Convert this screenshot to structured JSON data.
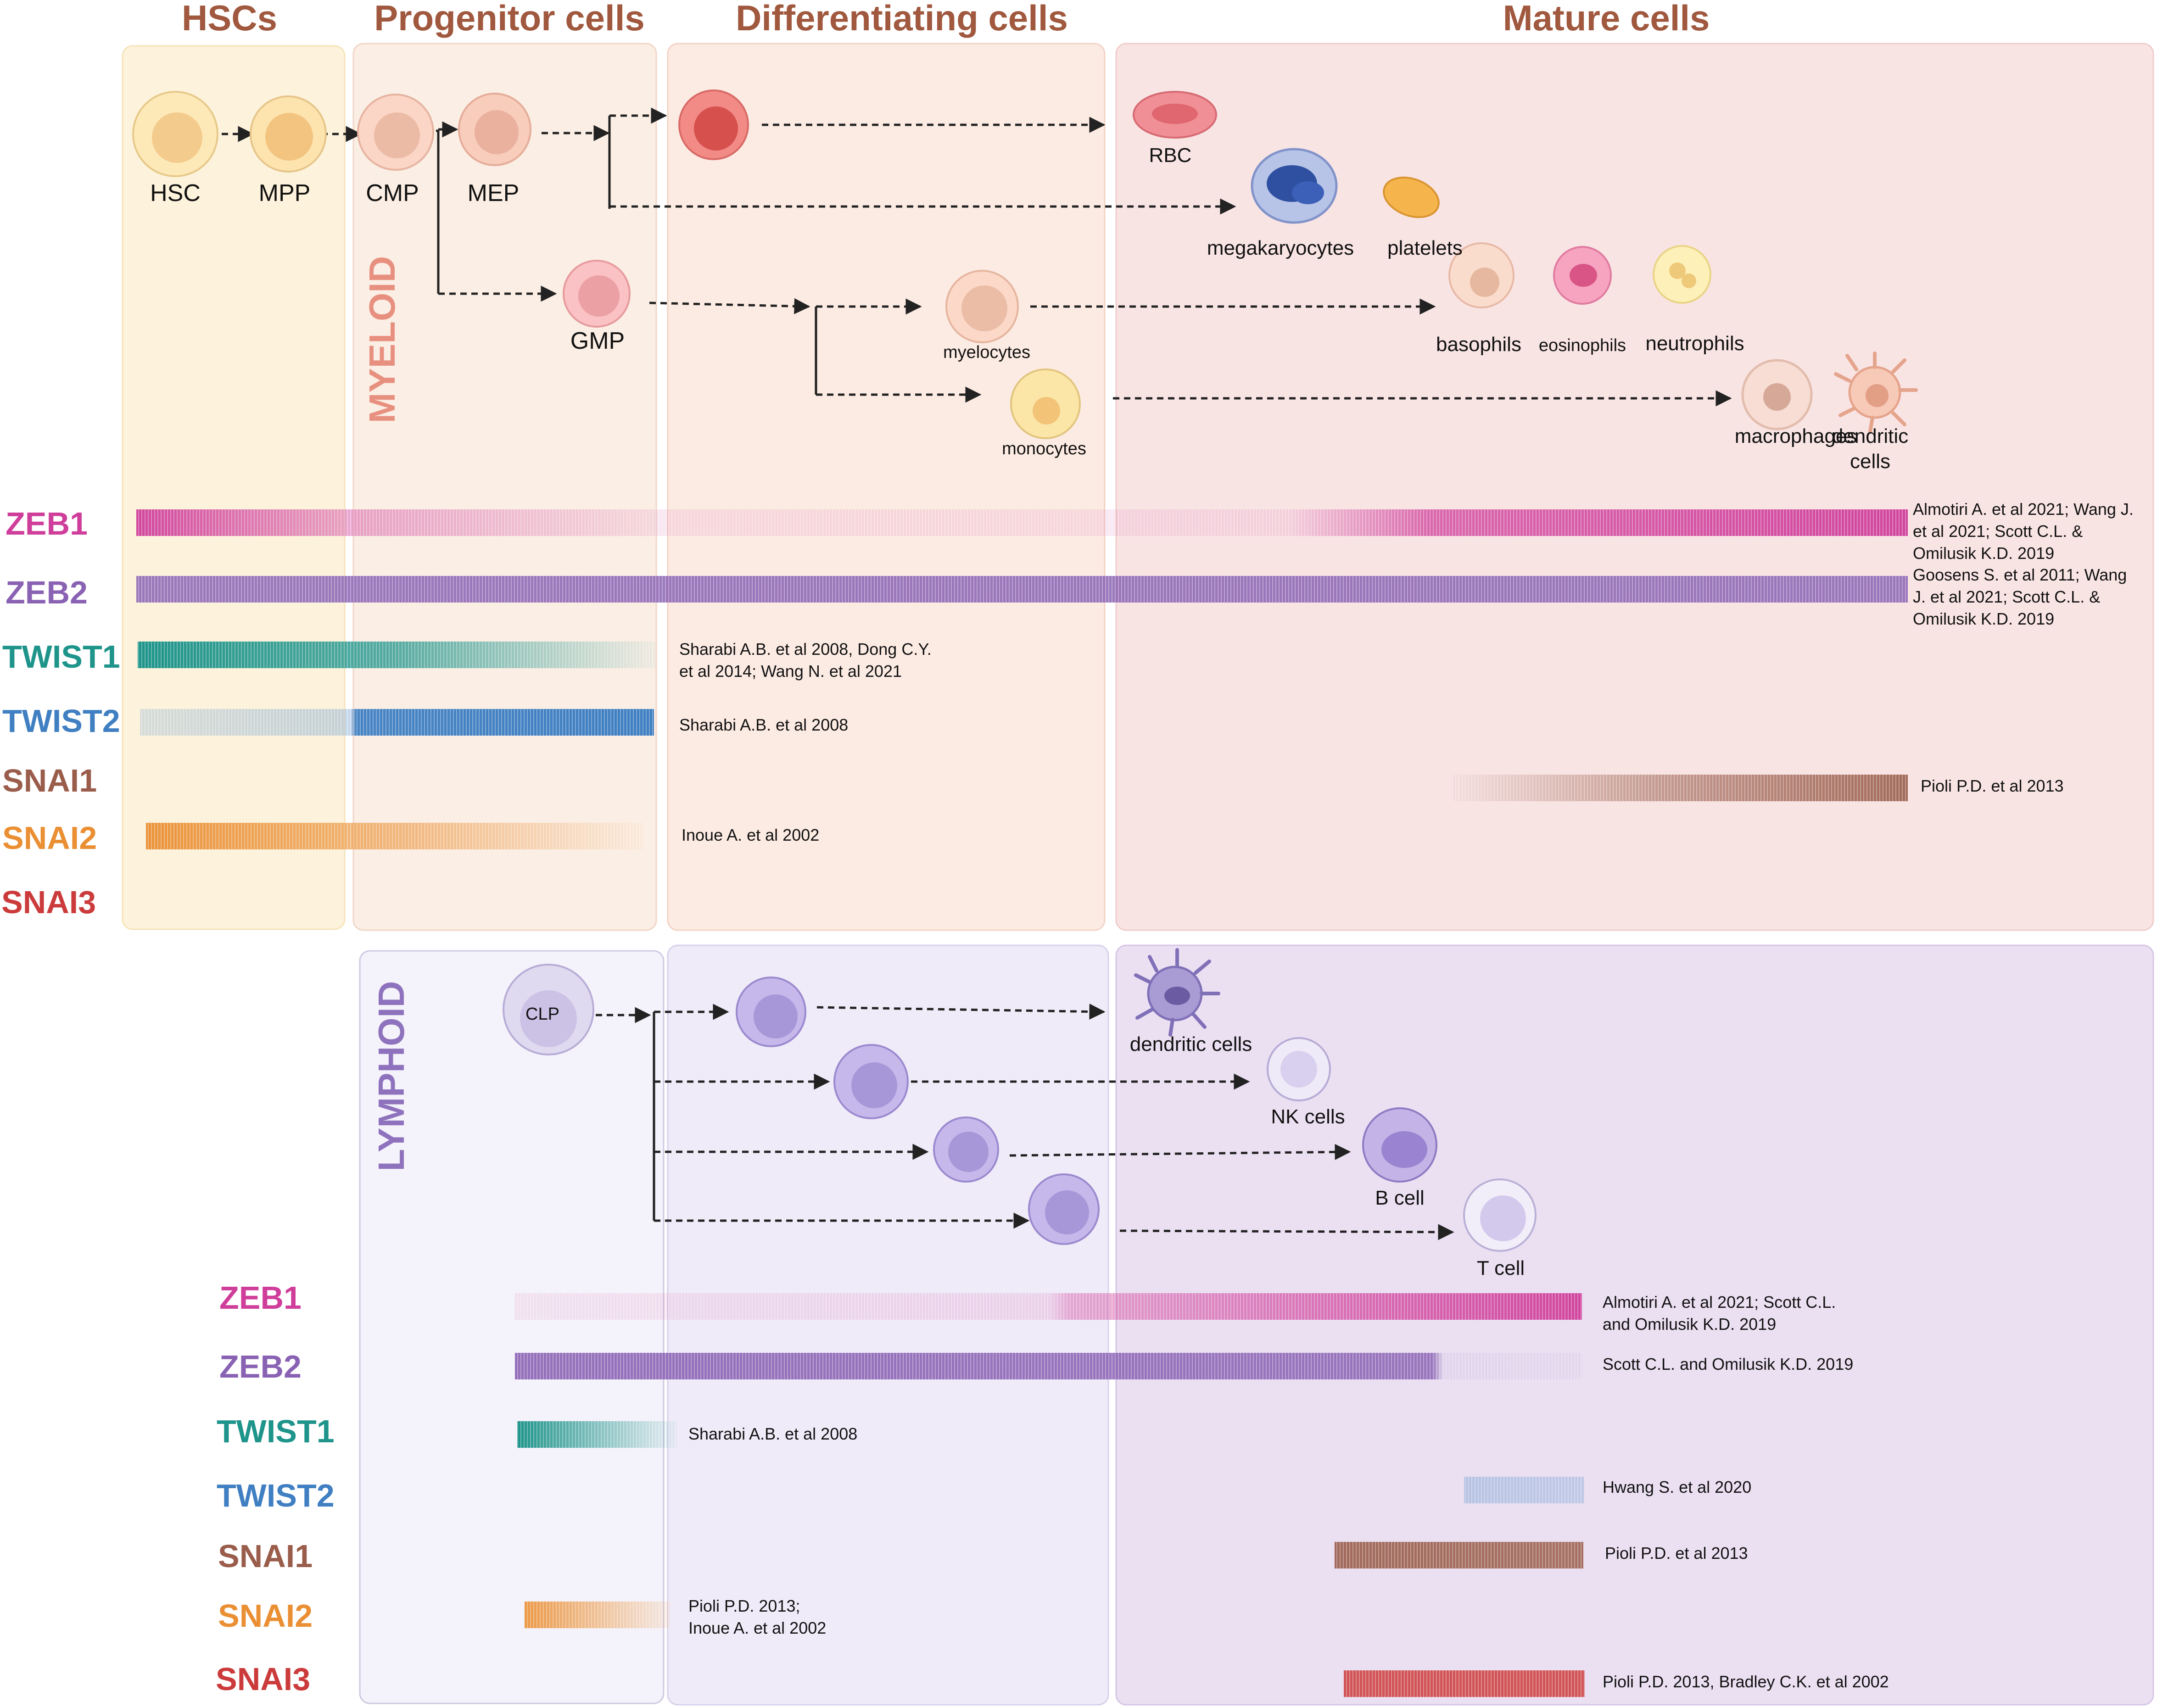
{
  "stage_headers": [
    "HSCs",
    "Progenitor cells",
    "Differentiating cells",
    "Mature cells"
  ],
  "lineage_labels": {
    "myeloid": "MYELOID",
    "lymphoid": "LYMPHOID"
  },
  "colors": {
    "hsc_panel": "#fdf3dc",
    "progenitor_panel": "#fbeee4",
    "differentiating_panel": "#fcebe3",
    "mature_panel": "#f9e4e4",
    "lymph_progenitor_panel": "#f4f2fa",
    "lymph_differentiating_panel": "#efebf8",
    "lymph_mature_panel": "#ebe0f2",
    "header_text": "#a0583e",
    "myeloid_label": "#e8907f",
    "lymphoid_label": "#8f72bd",
    "zeb1": "#cf3e9a",
    "zeb2": "#8a62b4",
    "twist1": "#1e948a",
    "twist2": "#3f7fc2",
    "snai1": "#9a5d4b",
    "snai2": "#ea8f33",
    "snai3": "#cc3b3b"
  },
  "myeloid_cells": [
    "HSC",
    "MPP",
    "CMP",
    "MEP",
    "GMP",
    "RBC",
    "megakaryocytes",
    "platelets",
    "myelocytes",
    "monocytes",
    "basophils",
    "eosinophils",
    "neutrophils",
    "macrophages",
    "dendritic cells"
  ],
  "lymphoid_cells": [
    "CLP",
    "dendritic cells",
    "NK cells",
    "B cell",
    "T cell"
  ],
  "myeloid_factors": [
    {
      "name": "ZEB1",
      "reference": "Almotiri A. et al 2021; Wang J. et al 2021; Scott C.L. & Omilusik K.D. 2019"
    },
    {
      "name": "ZEB2",
      "reference": "Goosens S. et al  2011; Wang J. et al 2021; Scott C.L. & Omilusik K.D. 2019"
    },
    {
      "name": "TWIST1",
      "reference": "Sharabi A.B. et al 2008, Dong C.Y. et al 2014;  Wang N. et al 2021"
    },
    {
      "name": "TWIST2",
      "reference": "Sharabi A.B. et al 2008"
    },
    {
      "name": "SNAI1",
      "reference": "Pioli P.D. et al 2013"
    },
    {
      "name": "SNAI2",
      "reference": "Inoue A. et al  2002"
    },
    {
      "name": "SNAI3",
      "reference": ""
    }
  ],
  "lymphoid_factors": [
    {
      "name": "ZEB1",
      "reference": "Almotiri A. et al 2021; Scott C.L. and Omilusik K.D. 2019"
    },
    {
      "name": "ZEB2",
      "reference": "Scott C.L. and Omilusik K.D. 2019"
    },
    {
      "name": "TWIST1",
      "reference": "Sharabi A.B. et al 2008"
    },
    {
      "name": "TWIST2",
      "reference": "Hwang S. et al  2020"
    },
    {
      "name": "SNAI1",
      "reference": "Pioli P.D. et al  2013"
    },
    {
      "name": "SNAI2",
      "reference": "Pioli P.D. 2013; Inoue A. et al  2002"
    },
    {
      "name": "SNAI3",
      "reference": "Pioli P.D.  2013, Bradley C.K. et al  2002"
    }
  ]
}
